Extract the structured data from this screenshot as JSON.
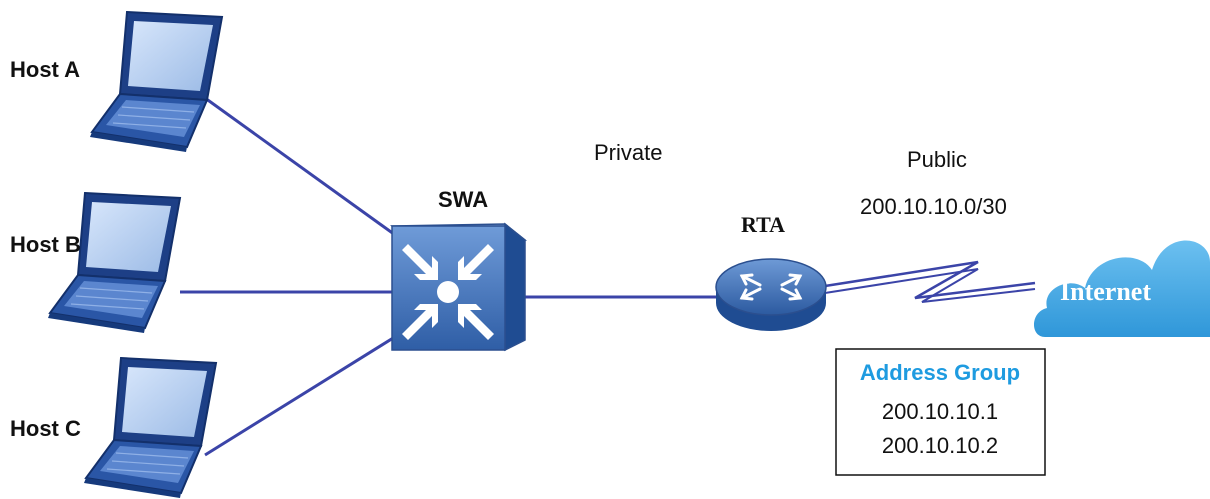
{
  "hosts": [
    {
      "label": "Host A"
    },
    {
      "label": "Host B"
    },
    {
      "label": "Host C"
    }
  ],
  "switch": {
    "label": "SWA"
  },
  "router": {
    "label": "RTA"
  },
  "private_label": "Private",
  "public": {
    "label": "Public",
    "network": "200.10.10.0/30"
  },
  "internet": {
    "label": "Internet"
  },
  "address_group": {
    "title": "Address Group",
    "addresses": [
      "200.10.10.1",
      "200.10.10.2"
    ]
  },
  "colors": {
    "link": "#3b44a8",
    "device_blue": "#2a5fa8",
    "cloud": "#3fa7e6",
    "address_title": "#1e9be0"
  }
}
